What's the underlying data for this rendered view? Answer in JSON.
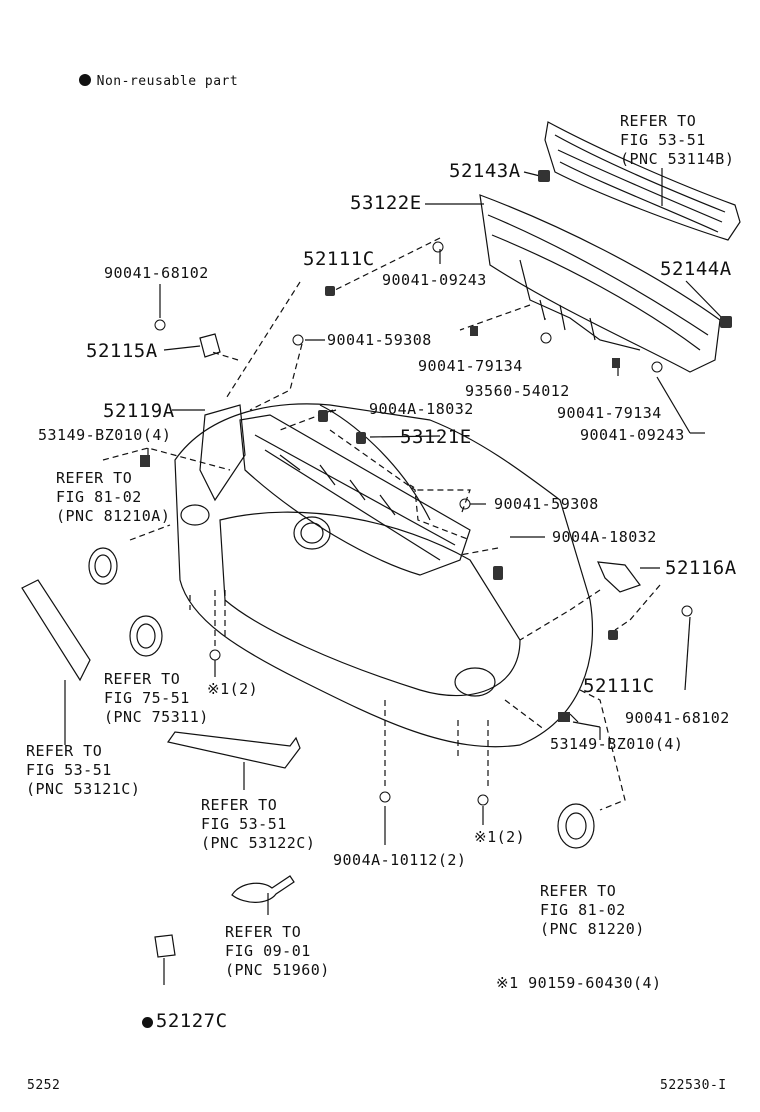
{
  "legend": {
    "non_reusable": "Non-reusable part"
  },
  "parts": {
    "p52143A": "52143A",
    "p53122E": "53122E",
    "p52111C_top": "52111C",
    "p52144A": "52144A",
    "p90041_68102_top": "90041-68102",
    "p90041_09243_top": "90041-09243",
    "p90041_59308_top": "90041-59308",
    "p52115A": "52115A",
    "p90041_79134_a": "90041-79134",
    "p93560_54012": "93560-54012",
    "p52119A": "52119A",
    "p9004A_18032_top": "9004A-18032",
    "p90041_79134_b": "90041-79134",
    "p53149_left": "53149-BZ010(4)",
    "p53121E": "53121E",
    "p90041_09243_b": "90041-09243",
    "p90041_59308_mid": "90041-59308",
    "p9004A_18032_mid": "9004A-18032",
    "p52116A": "52116A",
    "p52111C_bot": "52111C",
    "p90041_68102_bot": "90041-68102",
    "p53149_right": "53149-BZ010(4)",
    "p9004A_10112": "9004A-10112(2)",
    "p52127C": "52127C",
    "mark1_left": "※1(2)",
    "mark1_right": "※1(2)",
    "note_mark": "※1 90159-60430(4)"
  },
  "refers": {
    "r53114B": "REFER TO\nFIG 53-51\n(PNC 53114B)",
    "r81210A": "REFER TO\nFIG 81-02\n(PNC 81210A)",
    "r75311": "REFER TO\nFIG 75-51\n(PNC 75311)",
    "r53121C": "REFER TO\nFIG 53-51\n(PNC 53121C)",
    "r53122C": "REFER TO\nFIG 53-51\n(PNC 53122C)",
    "r81220": "REFER TO\nFIG 81-02\n(PNC 81220)",
    "r51960": "REFER TO\nFIG 09-01\n(PNC 51960)"
  },
  "footer": {
    "left": "5252",
    "right": "522530-I"
  }
}
